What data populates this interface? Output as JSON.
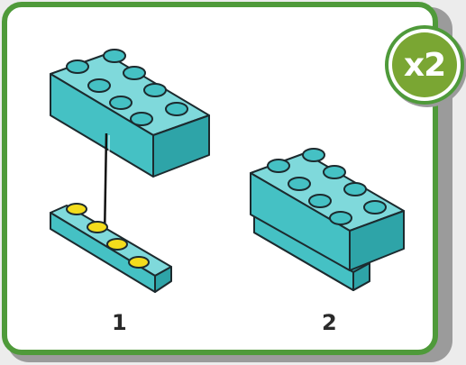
{
  "badge": {
    "text": "x2"
  },
  "steps": [
    {
      "number": "1"
    },
    {
      "number": "2"
    }
  ],
  "colors": {
    "frame": "#4f9a3a",
    "badge_fill": "#7aa633",
    "brick": "#45c1c4",
    "stud_yellow": "#f3dc1c",
    "outline": "#1c2a2e"
  }
}
